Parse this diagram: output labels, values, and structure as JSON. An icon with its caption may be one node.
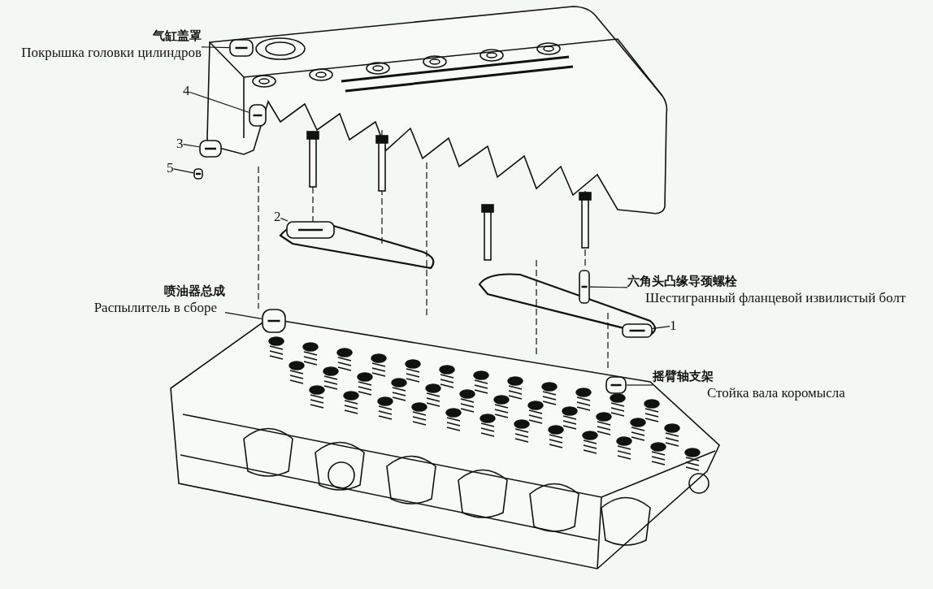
{
  "diagram": {
    "nodes": [
      {
        "text": [
          "气缸盖罩",
          "Покрышка головки цилиндров"
        ]
      },
      {
        "text": [
          "4"
        ]
      },
      {
        "text": [
          "3"
        ]
      },
      {
        "text": [
          "5"
        ]
      },
      {
        "text": [
          "2"
        ]
      },
      {
        "text": [
          "喷油器总成",
          "Распылитель в сборе"
        ]
      },
      {
        "text": [
          "六角头凸缘导颈螺栓",
          "Шестигранный фланцевой извилистый болт"
        ]
      },
      {
        "text": [
          "1"
        ]
      },
      {
        "text": [
          "摇臂轴支架",
          "Стойка вала коромысла"
        ]
      },
      {
        "text": [],
        "shape": "picture"
      },
      {
        "text": [],
        "shape": "picture"
      },
      {
        "text": [],
        "shape": "picture"
      },
      {
        "text": [],
        "shape": "picture"
      },
      {
        "text": [],
        "shape": "picture"
      },
      {
        "text": [],
        "shape": "picture"
      },
      {
        "text": [],
        "shape": "picture"
      },
      {
        "text": [],
        "shape": "picture"
      },
      {
        "text": [],
        "shape": "picture"
      }
    ],
    "edges": [
      {
        "from": 0,
        "to": 9,
        "arrow": "none"
      },
      {
        "from": 1,
        "to": 10,
        "arrow": "none"
      },
      {
        "from": 2,
        "to": 11,
        "arrow": "none"
      },
      {
        "from": 3,
        "to": 12,
        "arrow": "none"
      },
      {
        "from": 4,
        "to": 13,
        "arrow": "none"
      },
      {
        "from": 5,
        "to": 14,
        "arrow": "none"
      },
      {
        "from": 6,
        "to": 15,
        "arrow": "none"
      },
      {
        "from": 7,
        "to": 16,
        "arrow": "none"
      },
      {
        "from": 8,
        "to": 17,
        "arrow": "none"
      }
    ]
  }
}
